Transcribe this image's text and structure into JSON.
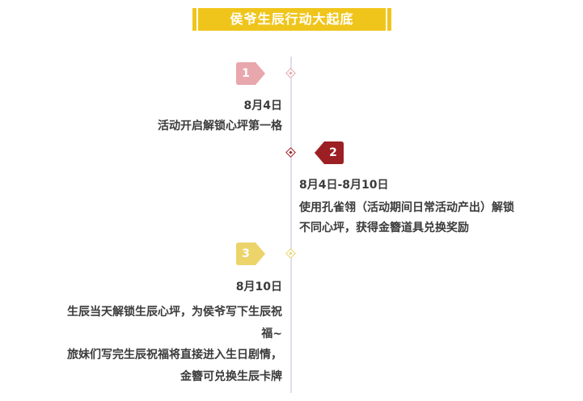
{
  "title": "侯爷生辰行动大起底",
  "events": [
    {
      "number": "1",
      "date": "8月4日",
      "lines": [
        "活动开启解锁心坪第一格"
      ],
      "color": "#e8a6ad"
    },
    {
      "number": "2",
      "date": "8月4日-8月10日",
      "lines": [
        "使用孔雀翎（活动期间日常活动产出）解锁",
        "不同心坪，获得金簪道具兑换奖励"
      ],
      "color": "#9c1f24"
    },
    {
      "number": "3",
      "date": "8月10日",
      "lines": [
        "生辰当天解锁生辰心坪，为侯爷写下生辰祝",
        "福~",
        "旅妹们写完生辰祝福将直接进入生日剧情，",
        "金簪可兑换生辰卡牌"
      ],
      "color": "#ecd46a"
    }
  ],
  "colors": {
    "title_bg": "#f0c51b",
    "timeline": "#e2dde7",
    "text": "#3b3b3b"
  }
}
